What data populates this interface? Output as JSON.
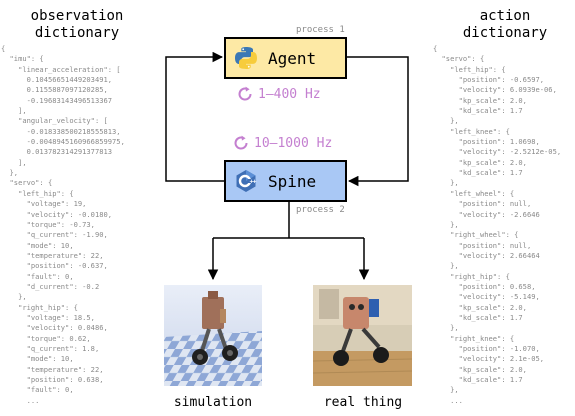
{
  "observation": {
    "title_line1": "observation",
    "title_line2": "dictionary",
    "code": "{\n  \"imu\": {\n    \"linear_acceleration\": [\n      0.10456651449203491,\n      0.1155887097120285,\n      -0.19683143496513367\n    ],\n    \"angular_velocity\": [\n      -0.018338500218555813,\n      -0.0048945160966859975,\n      0.013782314291377813\n    ],\n  },\n  \"servo\": {\n    \"left_hip\": {\n      \"voltage\": 19,\n      \"velocity\": -0.0180,\n      \"torque\": -0.73,\n      \"q_current\": -1.90,\n      \"mode\": 10,\n      \"temperature\": 22,\n      \"position\": -0.637,\n      \"fault\": 0,\n      \"d_current\": -0.2\n    },\n    \"right_hip\": {\n      \"voltage\": 18.5,\n      \"velocity\": 0.0486,\n      \"torque\": 0.62,\n      \"q_current\": 1.8,\n      \"mode\": 10,\n      \"temperature\": 22,\n      \"position\": 0.638,\n      \"fault\": 0,\n      ..."
  },
  "action": {
    "title_line1": "action",
    "title_line2": "dictionary",
    "code": "{\n  \"servo\": {\n    \"left_hip\": {\n      \"position\": -0.6597,\n      \"velocity\": 6.0939e-06,\n      \"kp_scale\": 2.0,\n      \"kd_scale\": 1.7\n    },\n    \"left_knee\": {\n      \"position\": 1.0698,\n      \"velocity\": -2.5212e-05,\n      \"kp_scale\": 2.0,\n      \"kd_scale\": 1.7\n    },\n    \"left_wheel\": {\n      \"position\": null,\n      \"velocity\": -2.6646\n    },\n    \"right_wheel\": {\n      \"position\": null,\n      \"velocity\": 2.66464\n    },\n    \"right_hip\": {\n      \"position\": 0.658,\n      \"velocity\": -5.149,\n      \"kp_scale\": 2.0,\n      \"kd_scale\": 1.7\n    },\n    \"right_knee\": {\n      \"position\": -1.070,\n      \"velocity\": 2.1e-05,\n      \"kp_scale\": 2.0,\n      \"kd_scale\": 1.7\n    },\n    ..."
  },
  "agent": {
    "label": "Agent",
    "process": "process 1",
    "icon": "python-logo-icon"
  },
  "spine": {
    "label": "Spine",
    "process": "process 2",
    "icon": "cpp-logo-icon"
  },
  "frequencies": {
    "agent": "1–400 Hz",
    "spine": "10–1000 Hz"
  },
  "outputs": {
    "simulation": "simulation",
    "real": "real thing"
  },
  "colors": {
    "agent_fill": "#fde9a5",
    "spine_fill": "#a9c8f5",
    "frequency": "#c47fd0",
    "code_text": "#8a8a8a"
  }
}
